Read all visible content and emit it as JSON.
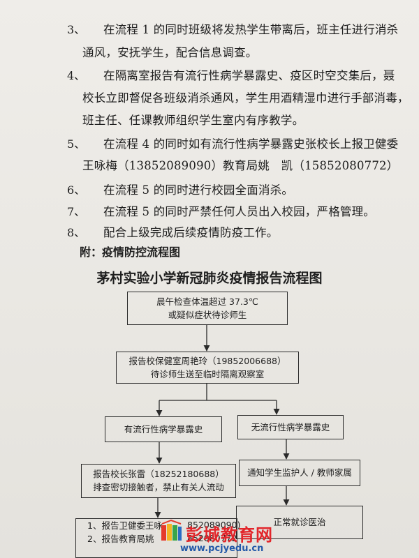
{
  "steps": [
    {
      "num": "3、",
      "lines": [
        "在流程 1 的同时班级将发热学生带离后，班主任进行消杀",
        "通风，安抚学生，配合信息调查。"
      ]
    },
    {
      "num": "4、",
      "lines": [
        "在隔离室报告有流行性病学暴露史、疫区时空交集后，聂",
        "校长立即督促各班级消杀通风，学生用酒精湿巾进行手部消毒，",
        "班主任、任课教师组织学生室内有序教学。"
      ]
    },
    {
      "num": "5、",
      "lines": [
        "在流程 4 的同时如有流行性病学暴露史张校长上报卫健委",
        "王咏梅（13852089090）教育局姚　凯（15852080772）"
      ]
    },
    {
      "num": "6、",
      "lines": [
        "在流程 5 的同时进行校园全面消杀。"
      ]
    },
    {
      "num": "7、",
      "lines": [
        "在流程 5 的同时严禁任何人员出入校园，严格管理。"
      ]
    },
    {
      "num": "8、",
      "lines": [
        "配合上级完成后续疫情防疫工作。"
      ]
    }
  ],
  "appendix": "附：疫情防控流程图",
  "flowchart": {
    "title": "茅村实验小学新冠肺炎疫情报告流程图",
    "box1": [
      "晨午检查体温超过 37.3℃",
      "或疑似症状待诊师生"
    ],
    "box2": [
      "报告校保健室周艳玲（19852006688）",
      "待诊师生送至临时隔离观察室"
    ],
    "left1": "有流行性病学暴露史",
    "right1": "无流行性病学暴露史",
    "left2": [
      "报告校长张雷（18252180688）",
      "排查密切接触者，禁止有关人流动"
    ],
    "right2": "通知学生监护人 / 教师家属",
    "left3": [
      "1、报告卫健委王咏",
      "2、报告教育局姚"
    ],
    "left3_tail": [
      "852089090)",
      "852080772"
    ],
    "right3": "正常就诊医治"
  },
  "watermark": {
    "name": "彭城教育网",
    "url": "www.pcjyedu.cn"
  }
}
